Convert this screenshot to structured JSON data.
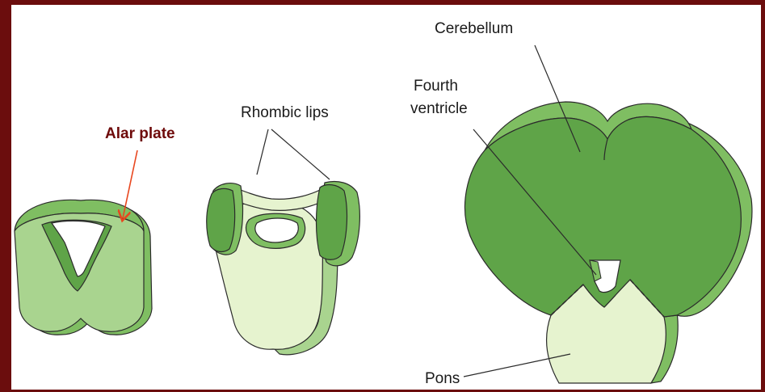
{
  "labels": {
    "alar_plate": "Alar plate",
    "rhombic_lips": "Rhombic lips",
    "cerebellum": "Cerebellum",
    "fourth_ventricle_line1": "Fourth",
    "fourth_ventricle_line2": "ventricle",
    "pons": "Pons"
  },
  "colors": {
    "frame": "#6b0d0d",
    "dark_green": "#5fa448",
    "dark_green_side": "#7fbe62",
    "light_green": "#a9d48f",
    "pale_green": "#e6f3cf",
    "outline": "#2b2b2b",
    "alar_text": "#6e0a0a",
    "arrow": "#e8471f"
  }
}
